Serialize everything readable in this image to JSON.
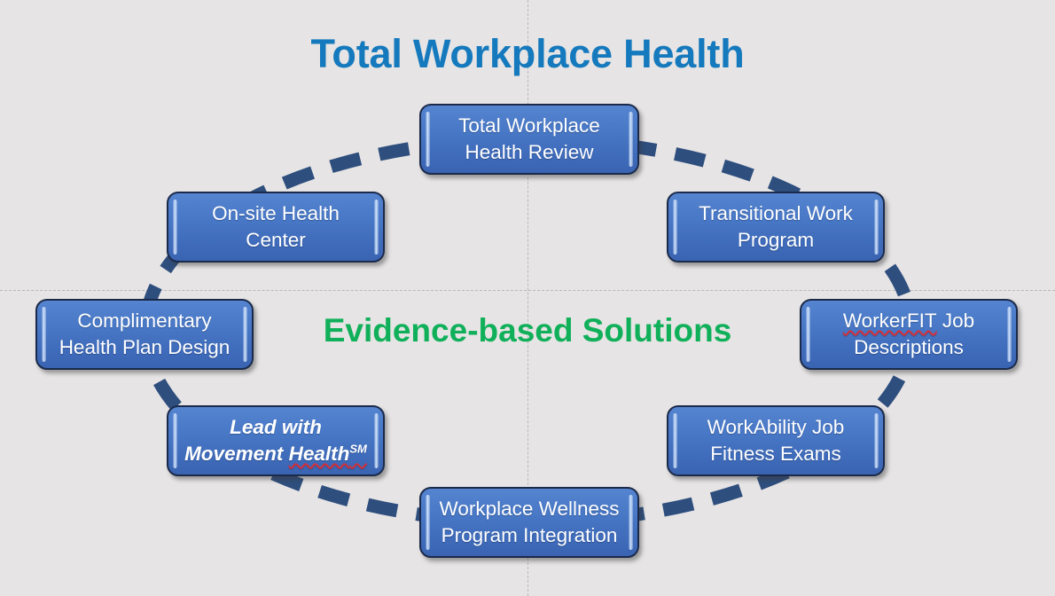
{
  "slide": {
    "background_color": "#e6e4e4",
    "title": "Total Workplace Health",
    "title_color": "#1579bd",
    "center_label": "Evidence-based Solutions",
    "center_label_color": "#10b05a",
    "cycle_line_color": "#2e4e7e",
    "node_fill_color": "#4472c4",
    "node_border_color": "#1b2a4a",
    "node_text_color": "#ffffff"
  },
  "nodes": {
    "top": {
      "line1": "Total Workplace",
      "line2": "Health Review"
    },
    "top_right": {
      "line1": "Transitional Work",
      "line2": "Program"
    },
    "right": {
      "line1_a": "WorkerFIT",
      "line1_b": " Job",
      "line2": "Descriptions"
    },
    "bottom_right": {
      "line1": "WorkAbility Job",
      "line2": "Fitness Exams"
    },
    "bottom": {
      "line1": "Workplace Wellness",
      "line2": "Program Integration"
    },
    "bottom_left": {
      "line1": "Lead with",
      "line2_a": "Movement ",
      "line2_b": "Health",
      "line2_sup": "SM"
    },
    "left": {
      "line1": "Complimentary",
      "line2": "Health Plan Design"
    },
    "top_left": {
      "line1": "On-site Health",
      "line2": "Center"
    }
  }
}
